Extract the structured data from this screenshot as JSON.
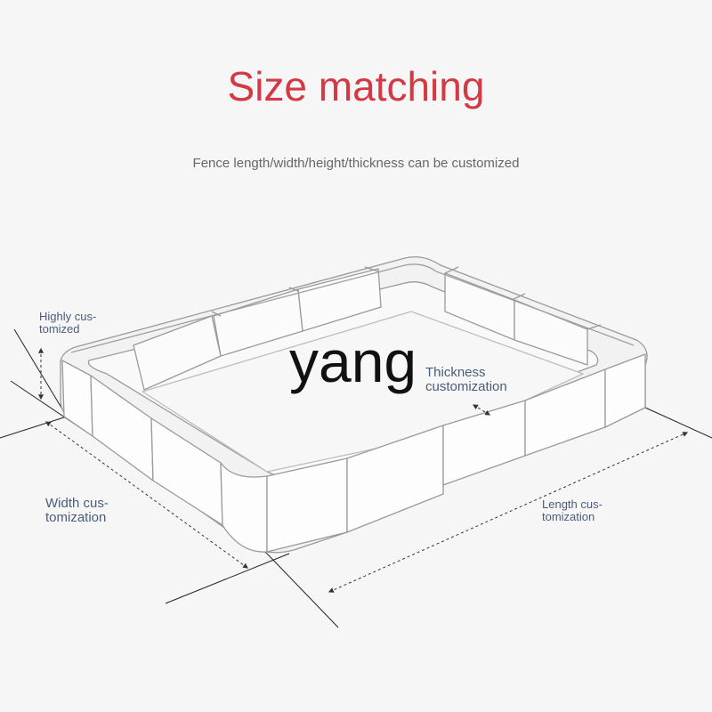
{
  "header": {
    "title": "Size matching",
    "subtitle": "Fence length/width/height/thickness can be customized"
  },
  "labels": {
    "height": "Highly cus-\ntomized",
    "width": "Width cus-\ntomization",
    "length": "Length cus-\ntomization",
    "thickness": "Thickness\ncustomization"
  },
  "watermark": "yang",
  "colors": {
    "title": "#d33a45",
    "label": "#4a5d7a",
    "background": "#f6f6f6"
  }
}
